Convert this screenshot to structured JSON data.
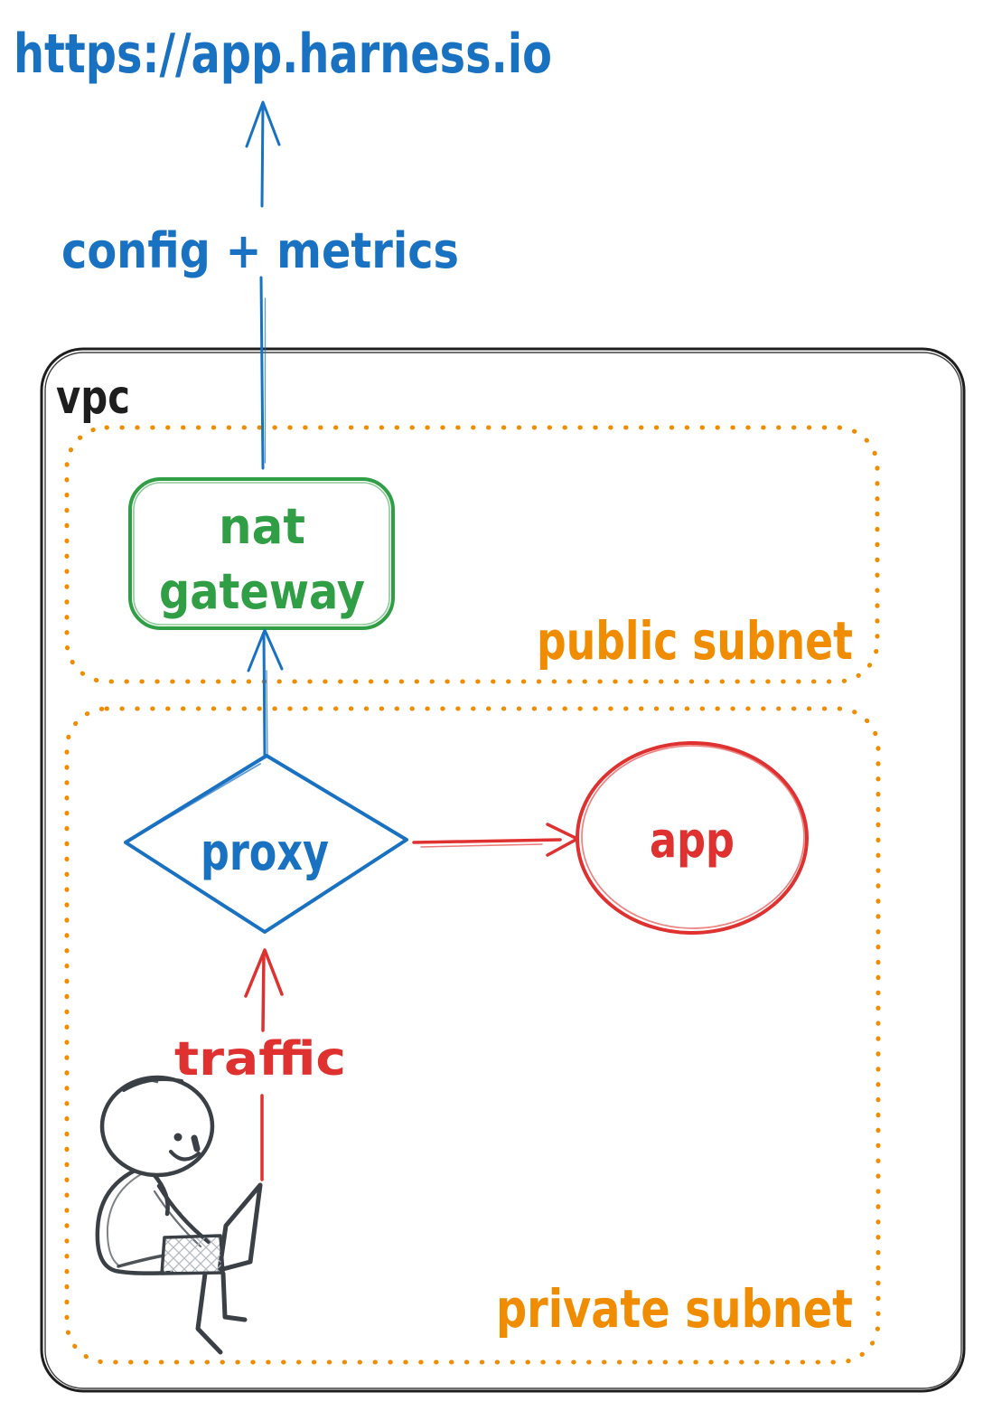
{
  "colors": {
    "blue": "#1971c2",
    "green": "#2f9e44",
    "orange": "#f08c00",
    "red": "#e03131",
    "ink": "#1e1e1e",
    "figure": "#3a4045"
  },
  "diagram": {
    "external": {
      "url": "https://app.harness.io",
      "edge_label": "config + metrics"
    },
    "vpc": {
      "label": "vpc",
      "public_subnet": {
        "label": "public subnet",
        "nat_gateway": {
          "line1": "nat",
          "line2": "gateway"
        }
      },
      "private_subnet": {
        "label": "private subnet",
        "proxy_label": "proxy",
        "app_label": "app",
        "traffic_label": "traffic"
      }
    }
  }
}
